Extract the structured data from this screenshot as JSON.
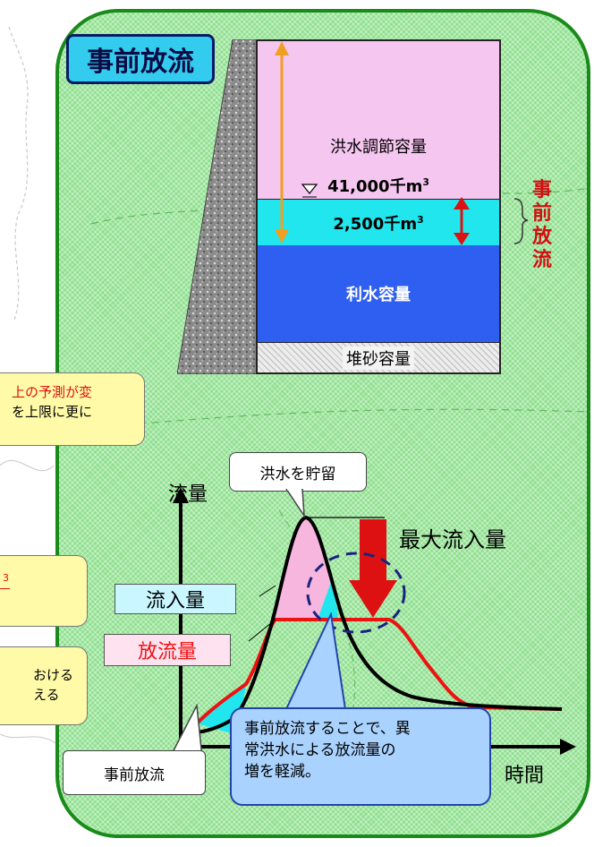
{
  "panel": {
    "title": "事前放流"
  },
  "reservoir": {
    "flood_control_label": "洪水調節容量",
    "flood_volume": "41,000千m",
    "pre_release_volume": "2,500千m",
    "volume_unit_superscript": "3",
    "water_use_label": "利水容量",
    "sediment_label": "堆砂容量",
    "pre_release_vertical": [
      "事",
      "前",
      "放",
      "流"
    ]
  },
  "left_callouts": {
    "top_line1": "上の予測が変",
    "top_line2": "を上限に更に",
    "mid_super": "3",
    "bottom_line1": "おける",
    "bottom_line2": "える"
  },
  "hydrograph": {
    "y_axis_label": "流量",
    "x_axis_label": "時間",
    "storage_label": "洪水を貯留",
    "max_inflow_label": "最大流入量",
    "inflow_label": "流入量",
    "outflow_label": "放流量",
    "pre_release_label": "事前放流",
    "note_line1": "事前放流することで、異",
    "note_line2": "常洪水による放流量の",
    "note_line3": "増を軽減。"
  },
  "colors": {
    "panel_green": "#8fe08f",
    "panel_border": "#1a8a1a",
    "flood_zone": "#f5c6f0",
    "pre_zone": "#22e6ee",
    "water_zone": "#2f5ff0",
    "outflow_line": "#ee1111",
    "inflow_line": "#000000",
    "arrow_orange": "#f0a020",
    "arrow_red": "#dd1111"
  }
}
